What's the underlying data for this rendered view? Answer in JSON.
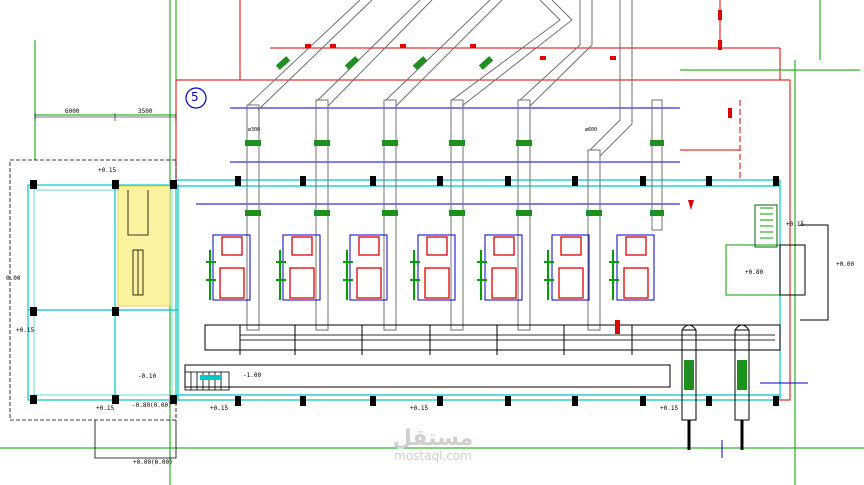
{
  "drawing": {
    "section_marker": "5",
    "dimensions": {
      "d1": "6000",
      "d2": "3500"
    },
    "levels": {
      "top_left": "+0.15",
      "left_wall_a": "0.00",
      "left_wall_b": "+0.15",
      "pool_floor": "-0.10",
      "pool_bottom_a": "+0.15",
      "pool_bottom_b": "-0.80(0.00)",
      "bottom_center": "+0.15",
      "trench": "-1.00",
      "bottom_mid": "+0.15",
      "bottom_right": "+0.15",
      "right_box": "+0.80",
      "far_right_a": "+0.15",
      "far_right_b": "+0.00",
      "below_left": "+0.00(0.00)"
    },
    "pipe_size": "ø300",
    "pipe_size_right": "ø600"
  },
  "colors": {
    "green": "#00a000",
    "dark_green": "#006400",
    "red": "#e00000",
    "blue": "#0000c8",
    "cyan": "#00c8c8",
    "black": "#000000",
    "yellow": "#f0e060",
    "gray": "#808080"
  },
  "watermark": {
    "arabic": "مستقل",
    "latin": "mostaql.com"
  }
}
